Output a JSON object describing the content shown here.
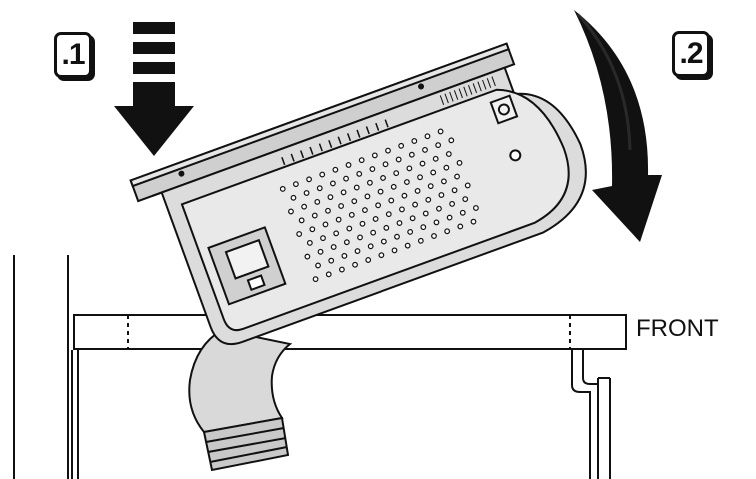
{
  "steps": [
    {
      "label": ".1"
    },
    {
      "label": ".2"
    }
  ],
  "front_label": "FRONT",
  "colors": {
    "ink": "#111111",
    "background": "#ffffff",
    "hob_gray": "#d9d9d9"
  },
  "icons": [
    "arrow-down-icon",
    "curved-arrow-rotate-icon"
  ]
}
